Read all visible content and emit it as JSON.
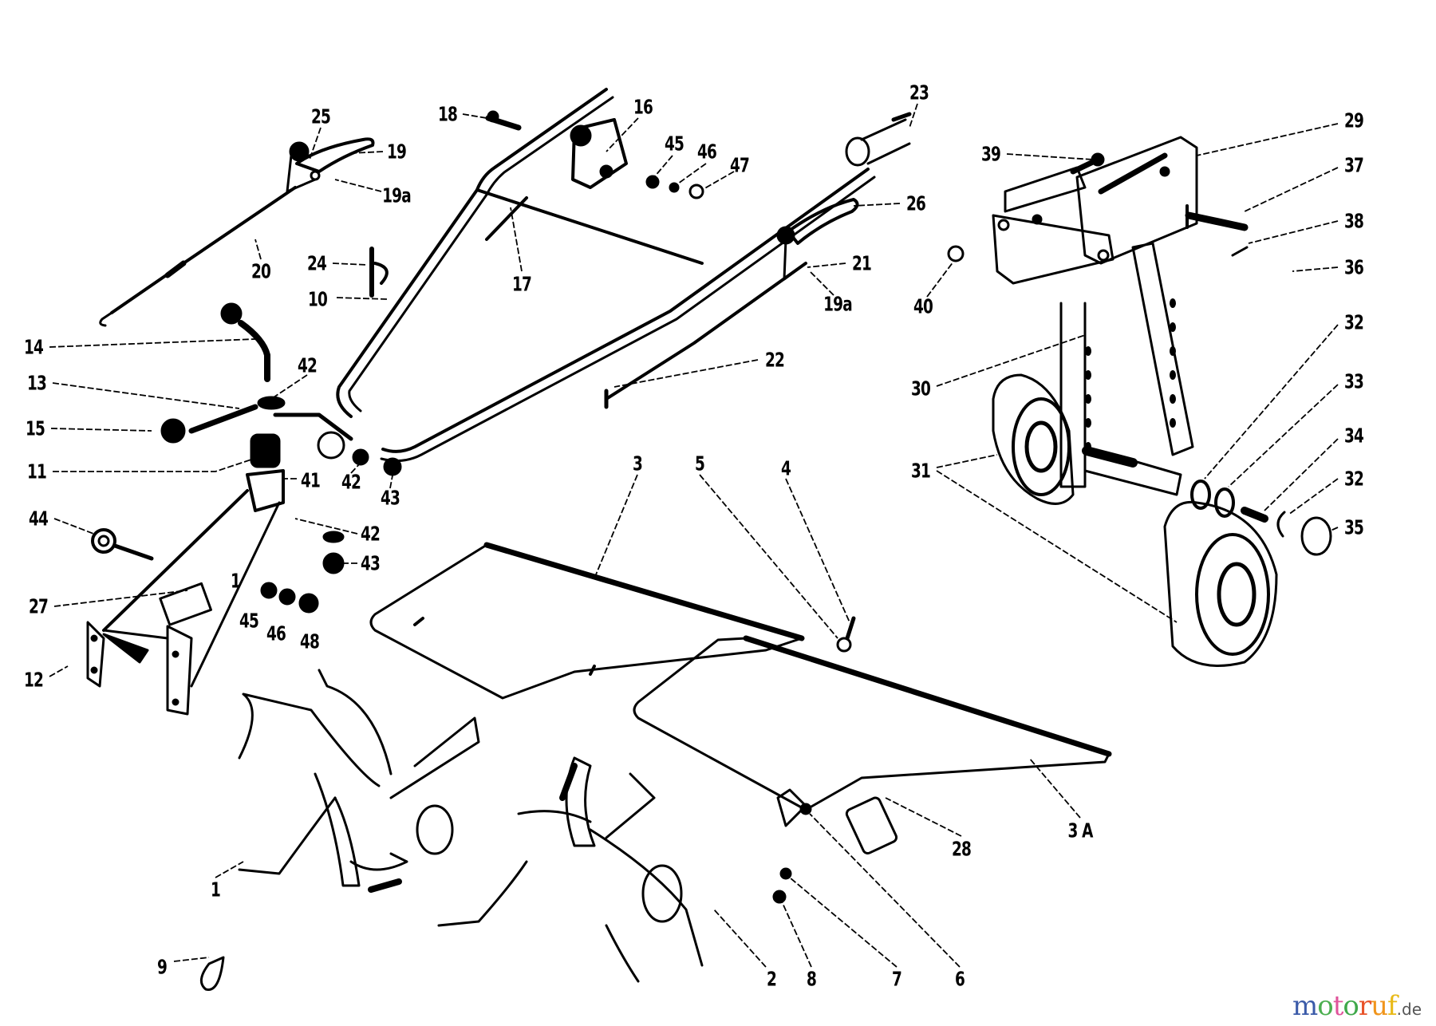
{
  "diagram": {
    "title": "Exploded parts diagram — tiller handlebar, frame, tines, drag plates and transport wheel kit",
    "parts": [
      {
        "id": "25",
        "label": "25"
      },
      {
        "id": "19",
        "label": "19"
      },
      {
        "id": "19a-left",
        "label": "19a"
      },
      {
        "id": "20",
        "label": "20"
      },
      {
        "id": "24",
        "label": "24"
      },
      {
        "id": "10",
        "label": "10"
      },
      {
        "id": "14",
        "label": "14"
      },
      {
        "id": "13",
        "label": "13"
      },
      {
        "id": "15",
        "label": "15"
      },
      {
        "id": "11",
        "label": "11"
      },
      {
        "id": "42-upper",
        "label": "42"
      },
      {
        "id": "41",
        "label": "41"
      },
      {
        "id": "42-mid",
        "label": "42"
      },
      {
        "id": "43-mid",
        "label": "43"
      },
      {
        "id": "44",
        "label": "44"
      },
      {
        "id": "42-lower",
        "label": "42"
      },
      {
        "id": "43-lower",
        "label": "43"
      },
      {
        "id": "27",
        "label": "27"
      },
      {
        "id": "12",
        "label": "12"
      },
      {
        "id": "1-frame",
        "label": "1"
      },
      {
        "id": "45-left",
        "label": "45"
      },
      {
        "id": "46-left",
        "label": "46"
      },
      {
        "id": "48",
        "label": "48"
      },
      {
        "id": "18",
        "label": "18"
      },
      {
        "id": "16",
        "label": "16"
      },
      {
        "id": "45-right",
        "label": "45"
      },
      {
        "id": "46-right",
        "label": "46"
      },
      {
        "id": "47",
        "label": "47"
      },
      {
        "id": "17",
        "label": "17"
      },
      {
        "id": "23",
        "label": "23"
      },
      {
        "id": "26",
        "label": "26"
      },
      {
        "id": "21",
        "label": "21"
      },
      {
        "id": "19a-right",
        "label": "19a"
      },
      {
        "id": "22",
        "label": "22"
      },
      {
        "id": "39",
        "label": "39"
      },
      {
        "id": "29",
        "label": "29"
      },
      {
        "id": "37",
        "label": "37"
      },
      {
        "id": "38",
        "label": "38"
      },
      {
        "id": "36",
        "label": "36"
      },
      {
        "id": "40",
        "label": "40"
      },
      {
        "id": "30",
        "label": "30"
      },
      {
        "id": "32-upper",
        "label": "32"
      },
      {
        "id": "33",
        "label": "33"
      },
      {
        "id": "34",
        "label": "34"
      },
      {
        "id": "31",
        "label": "31"
      },
      {
        "id": "32-lower",
        "label": "32"
      },
      {
        "id": "35",
        "label": "35"
      },
      {
        "id": "3",
        "label": "3"
      },
      {
        "id": "5",
        "label": "5"
      },
      {
        "id": "4",
        "label": "4"
      },
      {
        "id": "28",
        "label": "28"
      },
      {
        "id": "3A",
        "label": "3 A"
      },
      {
        "id": "1",
        "label": "1"
      },
      {
        "id": "2",
        "label": "2"
      },
      {
        "id": "8",
        "label": "8"
      },
      {
        "id": "7",
        "label": "7"
      },
      {
        "id": "6",
        "label": "6"
      },
      {
        "id": "9",
        "label": "9"
      }
    ]
  },
  "watermark": {
    "letters": [
      {
        "ch": "m",
        "color": "#3b5ba9"
      },
      {
        "ch": "o",
        "color": "#4caf50"
      },
      {
        "ch": "t",
        "color": "#e0549b"
      },
      {
        "ch": "o",
        "color": "#3fa84a"
      },
      {
        "ch": "r",
        "color": "#e8532a"
      },
      {
        "ch": "u",
        "color": "#f0951c"
      },
      {
        "ch": "f",
        "color": "#e8b917"
      }
    ],
    "suffix": ".de"
  }
}
